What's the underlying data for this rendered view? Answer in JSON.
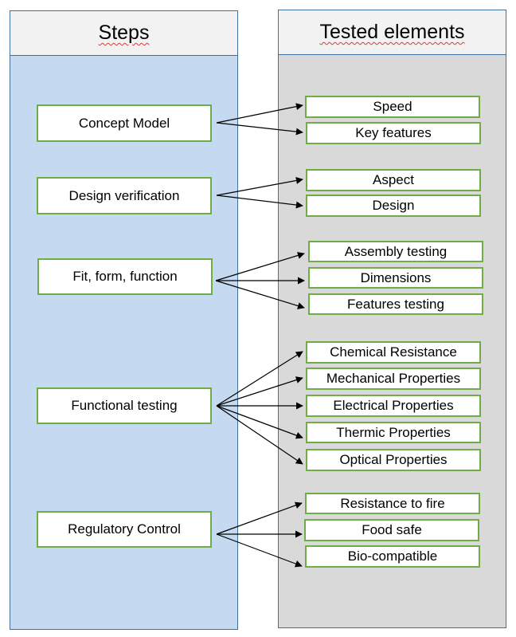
{
  "steps_panel": {
    "title": "Steps"
  },
  "elements_panel": {
    "title": "Tested elements"
  },
  "steps": [
    {
      "label": "Concept Model",
      "elements": [
        "Speed",
        "Key features"
      ]
    },
    {
      "label": "Design verification",
      "elements": [
        "Aspect",
        "Design"
      ]
    },
    {
      "label": "Fit, form, function",
      "elements": [
        "Assembly testing",
        "Dimensions",
        "Features testing"
      ]
    },
    {
      "label": "Functional testing",
      "elements": [
        "Chemical Resistance",
        "Mechanical Properties",
        "Electrical Properties",
        "Thermic Properties",
        "Optical Properties"
      ]
    },
    {
      "label": "Regulatory Control",
      "elements": [
        "Resistance to fire",
        "Food safe",
        "Bio-compatible"
      ]
    }
  ],
  "colors": {
    "steps_panel_fill": "#c5daf0",
    "elements_panel_fill": "#d9d9d9",
    "panel_border": "#41719c",
    "box_border": "#70ad47"
  }
}
